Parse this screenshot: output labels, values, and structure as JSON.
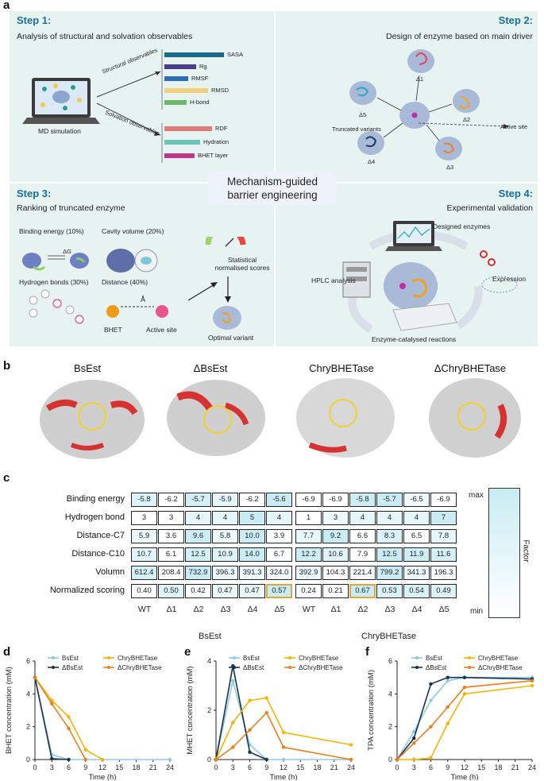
{
  "panel_a": {
    "letter": "a",
    "step1": {
      "title": "Step 1:",
      "subtitle": "Analysis of structural and solvation observables",
      "structural_label": "Structural observables",
      "solvation_label": "Solvation observables",
      "md_label": "MD simulation",
      "structural_bars": [
        "SASA",
        "Rg",
        "RMSF",
        "RMSD",
        "H-bond"
      ],
      "solvation_bars": [
        "RDF",
        "Hydration",
        "BHET layer"
      ]
    },
    "step2": {
      "title": "Step 2:",
      "subtitle": "Design of enzyme based on main driver",
      "truncated_label": "Truncated variants",
      "active_site_label": "Active site",
      "variants": [
        "Δ1",
        "Δ2",
        "Δ3",
        "Δ4",
        "Δ5"
      ]
    },
    "step3": {
      "title": "Step 3:",
      "subtitle": "Ranking of truncated enzyme",
      "binding": "Binding energy (10%)",
      "cavity": "Cavity volume (20%)",
      "hbonds": "Hydrogen bonds (30%)",
      "distance": "Distance (40%)",
      "delta_g": "ΔG",
      "angstrom": "Å",
      "bhet": "BHET",
      "active_site": "Active site",
      "scores": "Statistical normalised scores",
      "optimal": "Optimal  variant"
    },
    "step4": {
      "title": "Step 4:",
      "subtitle": "Experimental validation",
      "designed": "Designed enzymes",
      "expression": "Expression",
      "reactions": "Enzyme-catalysed reactions",
      "hplc": "HPLC analysis"
    },
    "center": "Mechanism-guided barrier engineering"
  },
  "panel_b": {
    "letter": "b",
    "titles": [
      "BsEst",
      "ΔBsEst",
      "ChryBHETase",
      "ΔChryBHETase"
    ]
  },
  "panel_c": {
    "letter": "c",
    "rows": [
      "Binding energy",
      "Hydrogen bond",
      "Distance-C7",
      "Distance-C10",
      "Volumn",
      "Normalized scoring"
    ],
    "columns": [
      "WT",
      "Δ1",
      "Δ2",
      "Δ3",
      "Δ4",
      "Δ5"
    ],
    "groups": [
      "BsEst",
      "ChryBHETase"
    ],
    "bsest": [
      [
        "-5.8",
        "-6.2",
        "-5.7",
        "-5.9",
        "-6.2",
        "-5.6"
      ],
      [
        "3",
        "3",
        "4",
        "4",
        "5",
        "4"
      ],
      [
        "5.9",
        "3.6",
        "9.6",
        "5.8",
        "10.0",
        "3.9"
      ],
      [
        "10.7",
        "6.1",
        "12.5",
        "10.9",
        "14.0",
        "6.7"
      ],
      [
        "612.4",
        "208.4",
        "732.9",
        "396.3",
        "391.3",
        "324.0"
      ],
      [
        "0.40",
        "0.50",
        "0.42",
        "0.47",
        "0.47",
        "0.57"
      ]
    ],
    "chry": [
      [
        "-6.9",
        "-6.9",
        "-5.8",
        "-5.7",
        "-6.5",
        "-6.9"
      ],
      [
        "1",
        "3",
        "4",
        "4",
        "4",
        "7"
      ],
      [
        "7.7",
        "9.2",
        "6.6",
        "8.3",
        "6.5",
        "7.8"
      ],
      [
        "12.2",
        "10.6",
        "7.9",
        "12.5",
        "11.9",
        "11.6"
      ],
      [
        "392.9",
        "104.3",
        "221.4",
        "799.2",
        "341.3",
        "196.3"
      ],
      [
        "0.24",
        "0.21",
        "0.67",
        "0.53",
        "0.54",
        "0.49"
      ]
    ],
    "legend": {
      "max": "max",
      "min": "min",
      "title": "Factor"
    },
    "highlight_color": "#e8a33d"
  },
  "chart_data": [
    {
      "panel": "d",
      "type": "line",
      "ylabel": "BHET concentration (mM)",
      "xlabel": "Time (h)",
      "x": [
        0,
        3,
        6,
        9,
        12,
        24
      ],
      "xticks": [
        0,
        3,
        6,
        9,
        12,
        15,
        18,
        21,
        24
      ],
      "ylim": [
        0,
        6
      ],
      "yticks": [
        0,
        2,
        4,
        6
      ],
      "series": [
        {
          "name": "BsEst",
          "color": "#8ecae6",
          "x": [
            0,
            3,
            6,
            9,
            12,
            24
          ],
          "values": [
            5.0,
            0.3,
            0,
            0,
            0,
            0
          ]
        },
        {
          "name": "ΔBsEst",
          "color": "#16324f",
          "x": [
            0,
            3,
            6
          ],
          "values": [
            5.0,
            0.05,
            0
          ]
        },
        {
          "name": "ChryBHETase",
          "color": "#f4b400",
          "x": [
            0,
            3,
            6,
            9,
            12
          ],
          "values": [
            5.0,
            3.6,
            2.6,
            0.6,
            0
          ]
        },
        {
          "name": "ΔChryBHETase",
          "color": "#ee7d1e",
          "x": [
            0,
            3,
            6,
            9
          ],
          "values": [
            5.0,
            3.4,
            1.9,
            0
          ]
        }
      ]
    },
    {
      "panel": "e",
      "type": "line",
      "ylabel": "MHET concentration (mM)",
      "xlabel": "Time (h)",
      "x": [
        0,
        3,
        6,
        9,
        12,
        24
      ],
      "xticks": [
        0,
        3,
        6,
        9,
        12,
        15,
        18,
        21,
        24
      ],
      "ylim": [
        0,
        4
      ],
      "yticks": [
        0,
        2,
        4
      ],
      "series": [
        {
          "name": "BsEst",
          "color": "#8ecae6",
          "x": [
            0,
            3,
            6,
            9,
            12,
            24
          ],
          "values": [
            0,
            3.2,
            0.6,
            0,
            0,
            0
          ]
        },
        {
          "name": "ΔBsEst",
          "color": "#16324f",
          "x": [
            0,
            3,
            6,
            9
          ],
          "values": [
            0,
            3.8,
            0.3,
            0
          ]
        },
        {
          "name": "ChryBHETase",
          "color": "#f4b400",
          "x": [
            0,
            3,
            6,
            9,
            12,
            24
          ],
          "values": [
            0,
            1.5,
            2.4,
            2.5,
            1.1,
            0.6
          ]
        },
        {
          "name": "ΔChryBHETase",
          "color": "#ee7d1e",
          "x": [
            0,
            3,
            6,
            9,
            12,
            24
          ],
          "values": [
            0,
            0.5,
            1.2,
            1.9,
            0.5,
            0
          ]
        }
      ]
    },
    {
      "panel": "f",
      "type": "line",
      "ylabel": "TPA concentration (mM)",
      "xlabel": "Time (h)",
      "x": [
        0,
        3,
        6,
        9,
        12,
        24
      ],
      "xticks": [
        0,
        3,
        6,
        9,
        12,
        15,
        18,
        21,
        24
      ],
      "ylim": [
        0,
        6
      ],
      "yticks": [
        0,
        2,
        4,
        6
      ],
      "series": [
        {
          "name": "BsEst",
          "color": "#8ecae6",
          "x": [
            0,
            3,
            6,
            9,
            12,
            24
          ],
          "values": [
            0,
            1.7,
            3.6,
            4.8,
            5.0,
            5.0
          ]
        },
        {
          "name": "ΔBsEst",
          "color": "#16324f",
          "x": [
            0,
            3,
            6,
            9,
            12,
            24
          ],
          "values": [
            0,
            1.3,
            4.6,
            5.0,
            5.0,
            4.9
          ]
        },
        {
          "name": "ChryBHETase",
          "color": "#f4b400",
          "x": [
            0,
            3,
            6,
            9,
            12,
            24
          ],
          "values": [
            0,
            0,
            0.1,
            2.2,
            4.0,
            4.5
          ]
        },
        {
          "name": "ΔChryBHETase",
          "color": "#ee7d1e",
          "x": [
            0,
            3,
            6,
            9,
            12,
            24
          ],
          "values": [
            0,
            1.0,
            2.0,
            3.2,
            4.4,
            4.8
          ]
        }
      ]
    }
  ]
}
